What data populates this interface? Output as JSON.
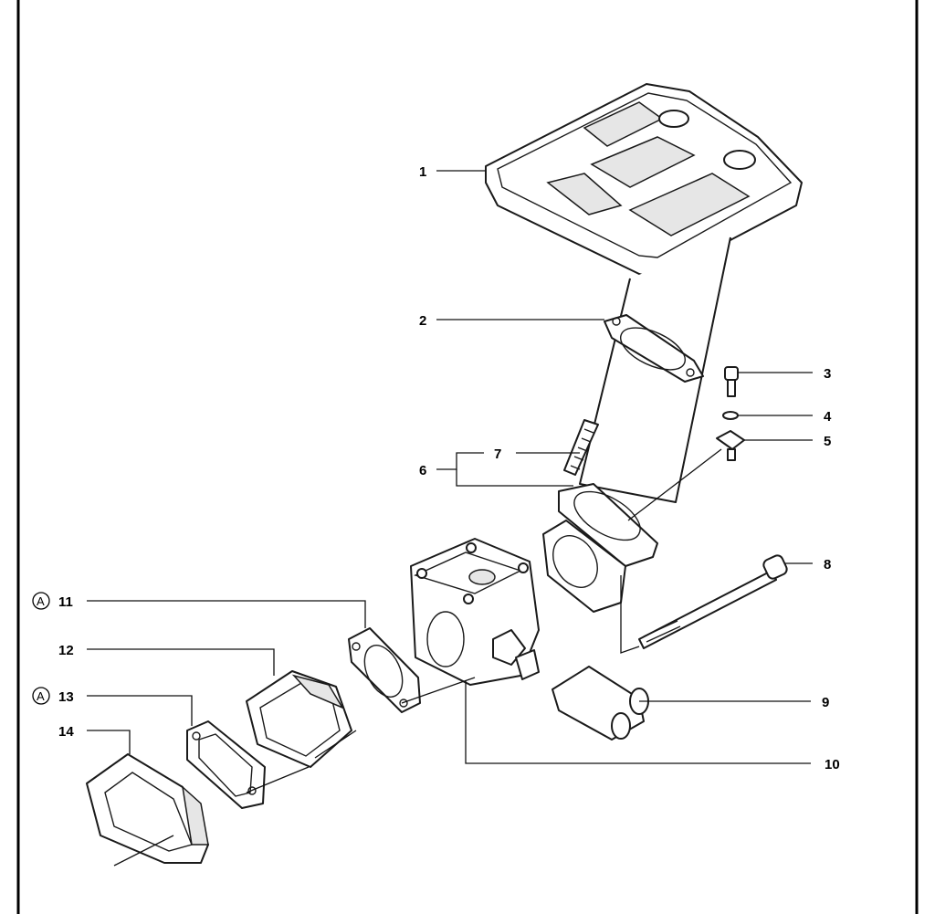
{
  "callouts": [
    {
      "id": "c1",
      "label": "1"
    },
    {
      "id": "c2",
      "label": "2"
    },
    {
      "id": "c3",
      "label": "3"
    },
    {
      "id": "c4",
      "label": "4"
    },
    {
      "id": "c5",
      "label": "5"
    },
    {
      "id": "c6",
      "label": "6"
    },
    {
      "id": "c7",
      "label": "7"
    },
    {
      "id": "c8",
      "label": "8"
    },
    {
      "id": "c9",
      "label": "9"
    },
    {
      "id": "c10",
      "label": "10"
    },
    {
      "id": "c11",
      "label": "11"
    },
    {
      "id": "c12",
      "label": "12"
    },
    {
      "id": "c13",
      "label": "13"
    },
    {
      "id": "c14",
      "label": "14"
    }
  ],
  "marker": {
    "letter": "A"
  },
  "colors": {
    "line": "#1a1a1a",
    "background": "#ffffff",
    "frame": "#000000"
  }
}
